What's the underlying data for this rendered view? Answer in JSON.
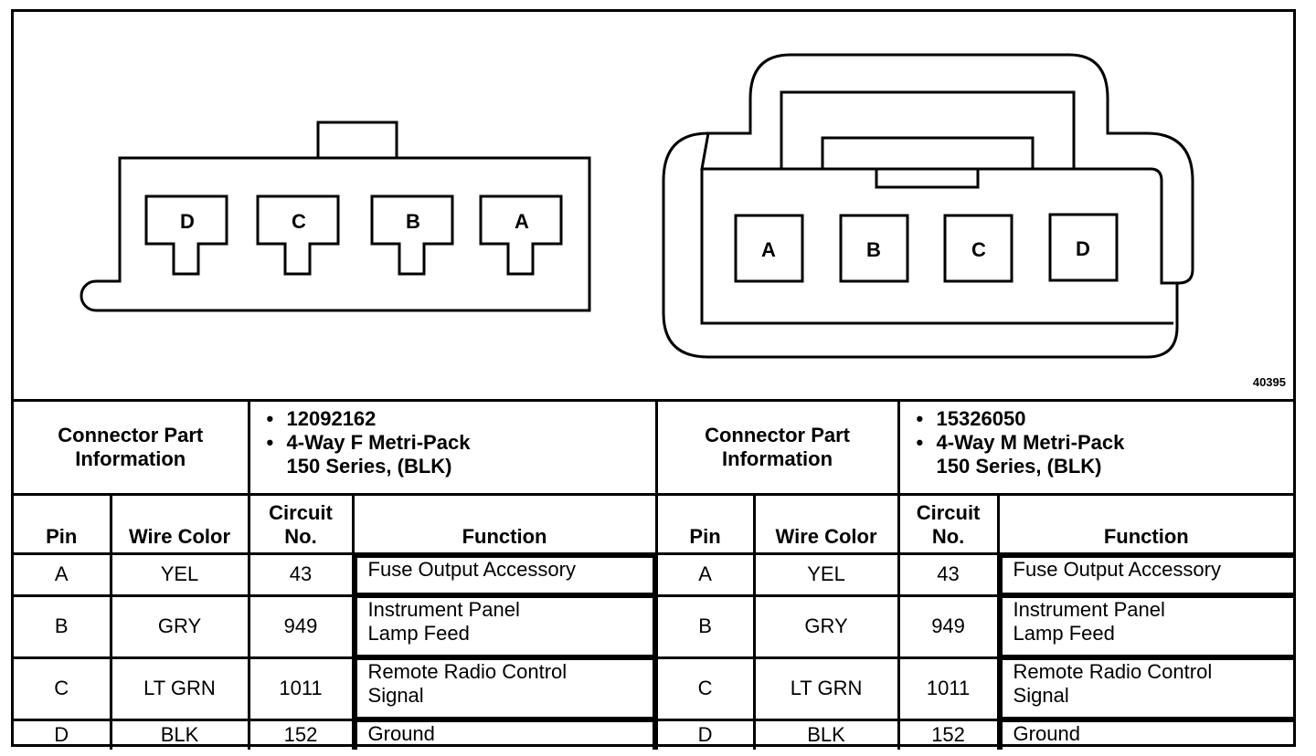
{
  "figure_code": "40395",
  "left_connector": {
    "pins": [
      "D",
      "C",
      "B",
      "A"
    ],
    "info_label": "Connector Part Information",
    "part_number": "12092162",
    "description": "4-Way F Metri-Pack\n150 Series, (BLK)"
  },
  "right_connector": {
    "pins": [
      "A",
      "B",
      "C",
      "D"
    ],
    "info_label": "Connector Part Information",
    "part_number": "15326050",
    "description": "4-Way M Metri-Pack\n150 Series, (BLK)"
  },
  "columns_left": {
    "pin": "Pin",
    "wire_color": "Wire Color",
    "circuit": "Circuit No.",
    "function": "Function"
  },
  "columns_right": {
    "pin": "Pin",
    "wire_color": "Wire Color",
    "circuit": "Circuit No.",
    "function": "Function"
  },
  "rows": [
    {
      "pin": "A",
      "wire_color": "YEL",
      "circuit": "43",
      "function": "Fuse Output Accessory"
    },
    {
      "pin": "B",
      "wire_color": "GRY",
      "circuit": "949",
      "function": "Instrument Panel\nLamp Feed"
    },
    {
      "pin": "C",
      "wire_color": "LT GRN",
      "circuit": "1011",
      "function": "Remote Radio Control\nSignal"
    },
    {
      "pin": "D",
      "wire_color": "BLK",
      "circuit": "152",
      "function": "Ground"
    }
  ]
}
